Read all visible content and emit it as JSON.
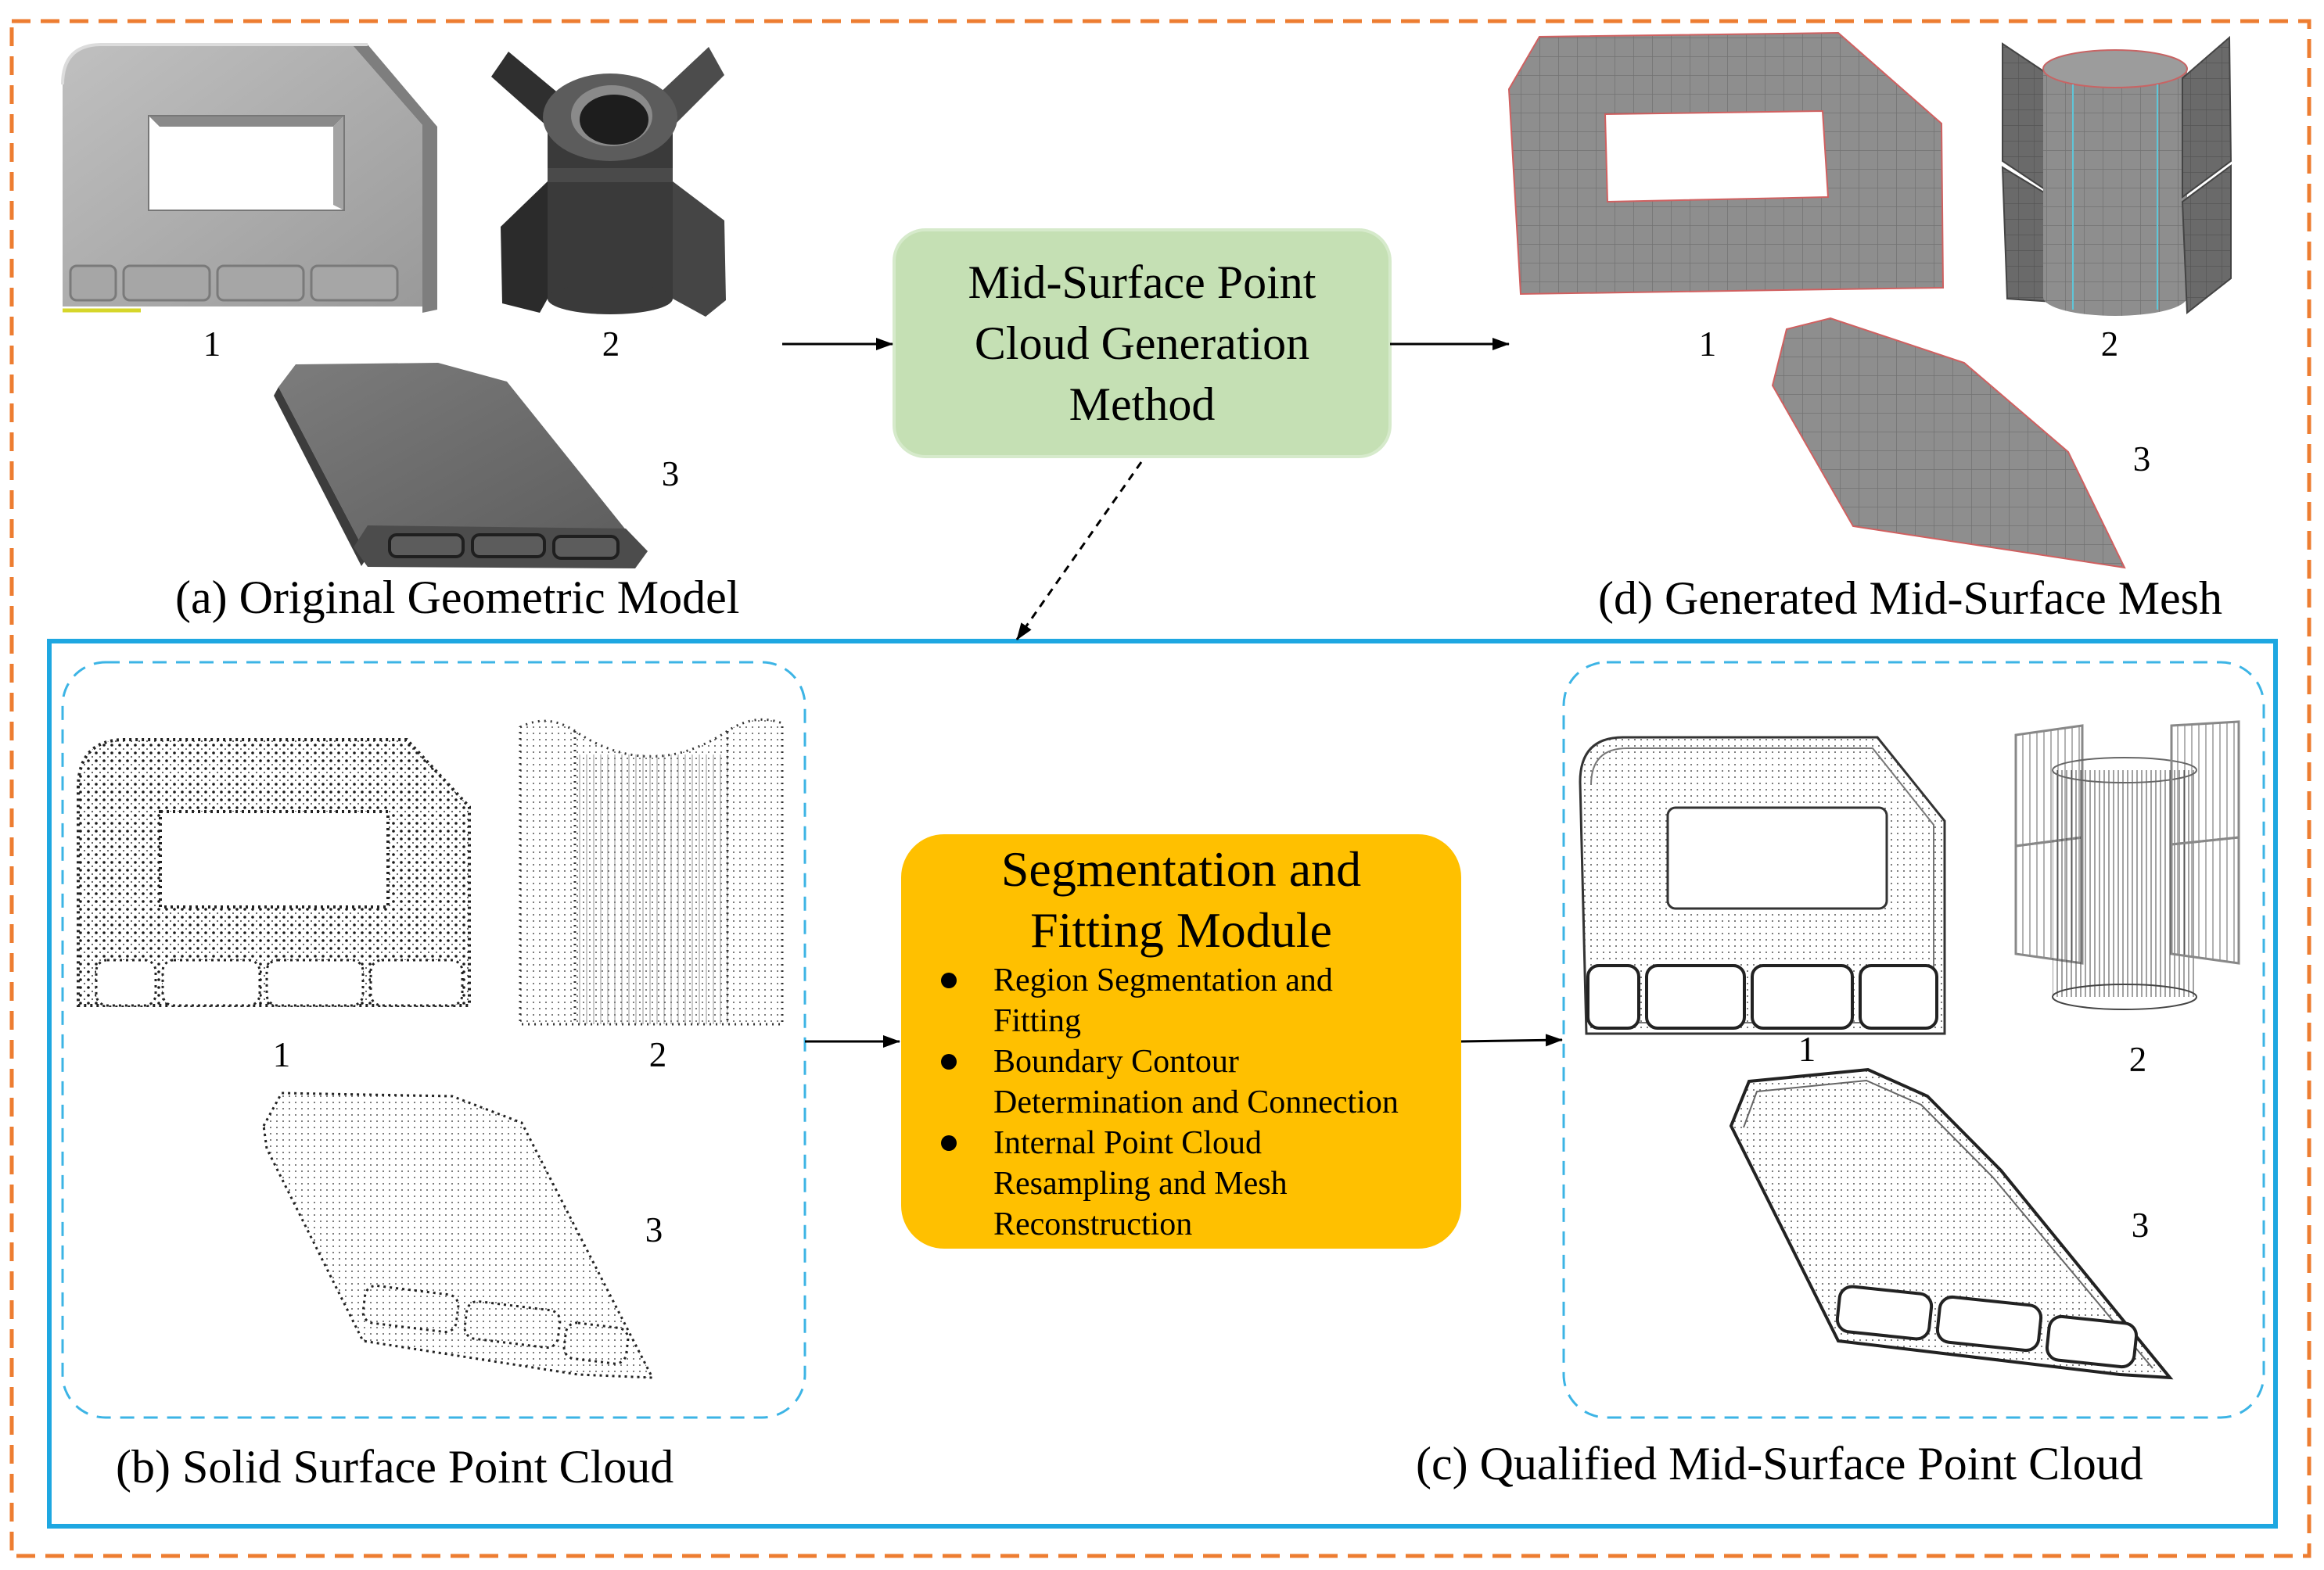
{
  "method_box": {
    "lines": [
      "Mid-Surface Point",
      "Cloud Generation",
      "Method"
    ]
  },
  "module_box": {
    "title_lines": [
      "Segmentation and",
      "Fitting Module"
    ],
    "bullets": [
      {
        "lines": [
          "Region Segmentation and",
          "Fitting"
        ]
      },
      {
        "lines": [
          "Boundary Contour",
          "Determination and Connection"
        ]
      },
      {
        "lines": [
          "Internal Point Cloud",
          "Resampling and Mesh",
          "Reconstruction"
        ]
      }
    ]
  },
  "panels": {
    "a": {
      "label": "(a) Original Geometric Model",
      "numbers": [
        "1",
        "2",
        "3"
      ]
    },
    "b": {
      "label": "(b) Solid Surface Point Cloud",
      "numbers": [
        "1",
        "2",
        "3"
      ]
    },
    "c": {
      "label": "(c) Qualified Mid-Surface Point Cloud",
      "numbers": [
        "1",
        "2",
        "3"
      ]
    },
    "d": {
      "label": "(d) Generated Mid-Surface Mesh",
      "numbers": [
        "1",
        "2",
        "3"
      ]
    }
  },
  "colors": {
    "outer_border": "#ED7D31",
    "inner_border": "#1EA7E1",
    "dashed_group": "#3CB4E5",
    "method_box_fill": "#C5E0B4",
    "module_box_fill": "#FFC000",
    "mesh_edge": "#D06060"
  }
}
